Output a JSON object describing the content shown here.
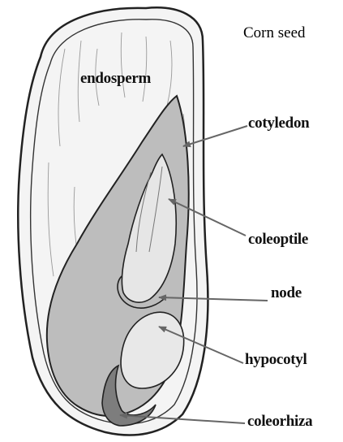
{
  "title": "Corn seed",
  "labels": {
    "endosperm": "endosperm",
    "cotyledon": "cotyledon",
    "coleoptile": "coleoptile",
    "node": "node",
    "hypocotyl": "hypocotyl",
    "coleorhiza": "coleorhiza"
  },
  "colors": {
    "kernel_fill": "#f3f3f3",
    "embryo_fill": "#bdbdbd",
    "outline": "#222222",
    "pointer": "#666666"
  }
}
